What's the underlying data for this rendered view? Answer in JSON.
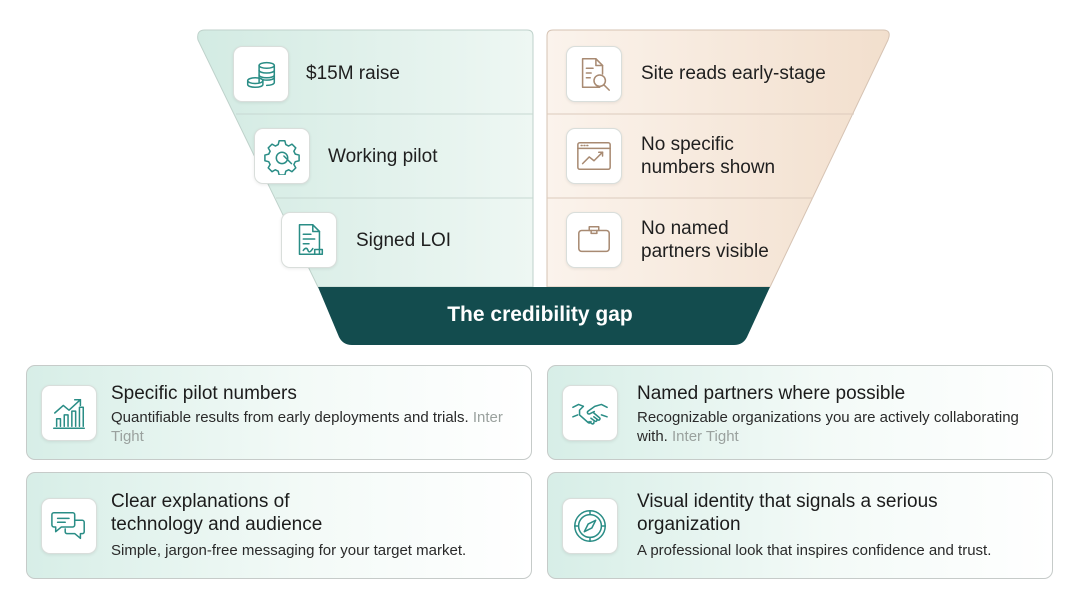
{
  "funnel": {
    "left_items": [
      {
        "label": "$15M raise",
        "icon": "coins-icon"
      },
      {
        "label": "Working pilot",
        "icon": "gear-wrench-icon"
      },
      {
        "label": "Signed LOI",
        "icon": "signed-document-icon"
      }
    ],
    "right_items": [
      {
        "label": "Site reads early-stage",
        "icon": "document-search-icon"
      },
      {
        "label": "No specific\nnumbers shown",
        "icon": "browser-chart-icon"
      },
      {
        "label": "No named\npartners visible",
        "icon": "id-badge-icon"
      }
    ],
    "gap_title": "The credibility gap"
  },
  "cards": [
    {
      "title": "Specific pilot numbers",
      "desc": "Quantifiable results from early deployments and trials.",
      "font_note": "Inter Tight",
      "icon": "bar-chart-growth-icon"
    },
    {
      "title": "Named partners where possible",
      "desc": "Recognizable organizations you are actively collaborating with.",
      "font_note": "Inter Tight",
      "icon": "handshake-icon"
    },
    {
      "title": "Clear explanations of\ntechnology and audience",
      "desc": "Simple, jargon-free messaging for your target market.",
      "icon": "chat-bubbles-icon"
    },
    {
      "title": "Visual identity that signals a serious\norganization",
      "desc": "A professional look that inspires confidence and trust.",
      "icon": "compass-icon"
    }
  ],
  "colors": {
    "teal_dark": "#134c4e",
    "teal_icon": "#2a8d86",
    "tan_icon": "#a88a72",
    "left_fill": "#e4f2ed",
    "right_fill": "#f7eadf"
  }
}
